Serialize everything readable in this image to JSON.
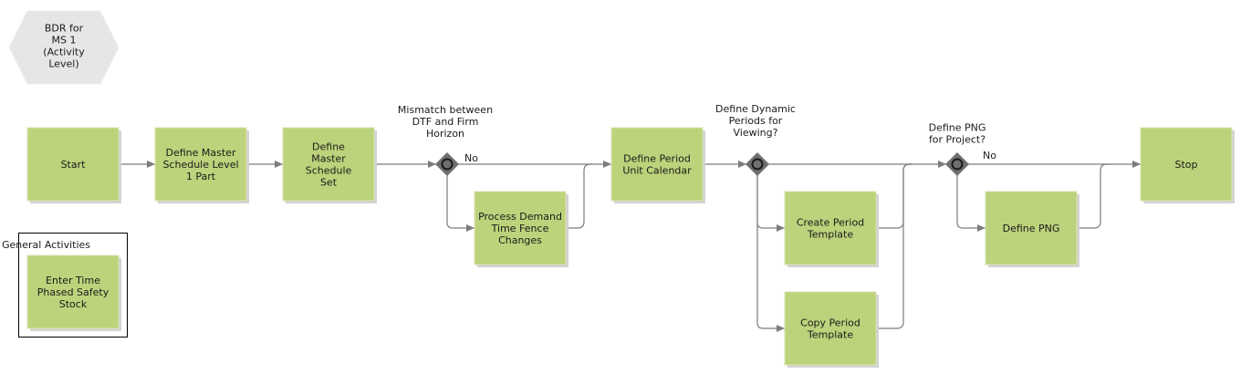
{
  "title_lines": [
    "BDR for",
    "MS 1",
    "(Activity",
    "Level)"
  ],
  "group_label": "General Activities",
  "nodes": {
    "start": [
      "Start"
    ],
    "define_master_schedule_level_1_part": [
      "Define Master",
      "Schedule Level",
      "1 Part"
    ],
    "define_master_schedule_set": [
      "Define",
      "Master",
      "Schedule",
      "Set"
    ],
    "process_demand_time_fence_changes": [
      "Process Demand",
      "Time Fence",
      "Changes"
    ],
    "define_period_unit_calendar": [
      "Define Period",
      "Unit Calendar"
    ],
    "create_period_template": [
      "Create Period",
      "Template"
    ],
    "copy_period_template": [
      "Copy Period",
      "Template"
    ],
    "define_png": [
      "Define PNG"
    ],
    "stop": [
      "Stop"
    ],
    "enter_time_phased_safety_stock": [
      "Enter Time",
      "Phased Safety",
      "Stock"
    ]
  },
  "gateways": {
    "mismatch": [
      "Mismatch between",
      "DTF and Firm",
      "Horizon"
    ],
    "dynamic_periods": [
      "Define Dynamic",
      "Periods for",
      "Viewing?"
    ],
    "png": [
      "Define PNG",
      "for Project?"
    ]
  },
  "edge_labels": {
    "mismatch_no": "No",
    "png_no": "No"
  },
  "colors": {
    "activity_fill": "#bcd37b",
    "connector": "#7c7c7c",
    "gateway": "#6f6f6f"
  }
}
